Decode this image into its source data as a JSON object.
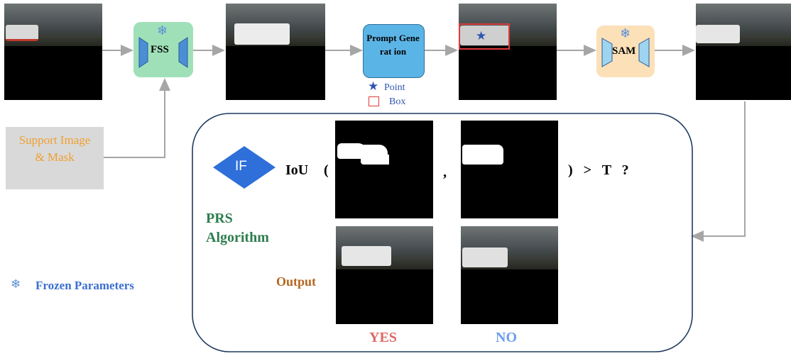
{
  "colors": {
    "arrow": "#a6a6a6",
    "fss_fill": "#9fe0b8",
    "prompt_fill": "#5bb4e6",
    "sam_fill": "#fbe0b8",
    "support_fill": "#d9d9d9",
    "support_text": "#f0a030",
    "trapezoid": "#4a8ed6",
    "if_diamond": "#2e6fd9",
    "snowflake": "#5b8fd6",
    "prs_text": "#2e7d4f",
    "output_text": "#b5651d",
    "yes_text": "#e06666",
    "no_text": "#6d9eeb",
    "legend_point": "#2f55b0",
    "legend_box": "#e03a3a",
    "frozen_text": "#3a6fd0",
    "prs_border": "#1f3a5f"
  },
  "fss_label": "FSS",
  "prompt_label": "Prompt Generat ion",
  "sam_label": "SAM",
  "legend": {
    "point_label": "Point",
    "box_label": "Box"
  },
  "support_label": "Support Image & Mask",
  "if_label": "IF",
  "iou_text": {
    "iou": "IoU",
    "open_paren": "(",
    "comma": ",",
    "close": ") > T ?"
  },
  "prs_label": "PRS Algorithm",
  "output_label": "Output",
  "yes_label": "YES",
  "no_label": "NO",
  "frozen_label": "Frozen Parameters",
  "icons": {
    "snowflake": "snowflake-icon",
    "star": "star-icon"
  }
}
